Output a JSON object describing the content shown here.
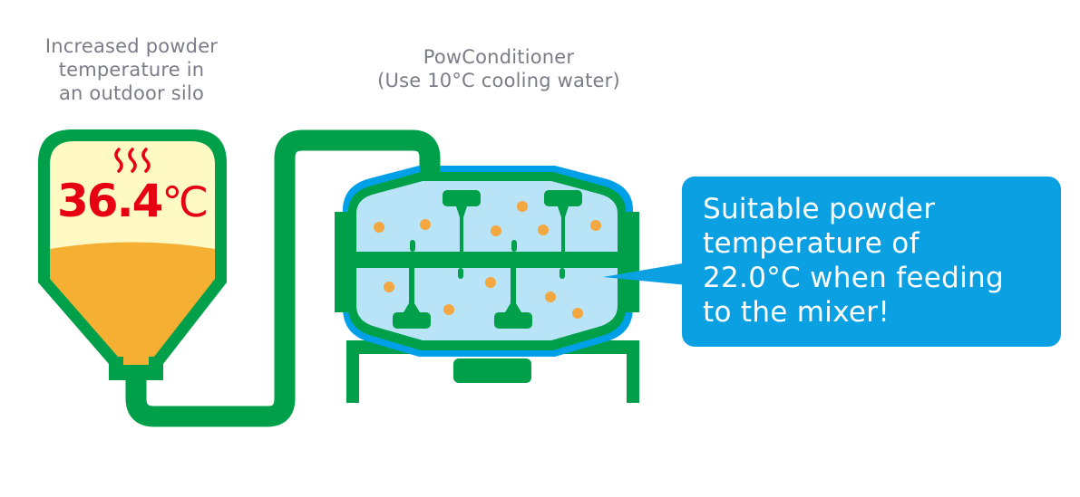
{
  "silo": {
    "label_lines": [
      "Increased powder",
      "temperature in",
      "an outdoor silo"
    ],
    "temperature_value": "36.4",
    "temperature_unit": "℃",
    "icon": "heat-waves-icon"
  },
  "conditioner": {
    "label_lines": [
      "PowConditioner",
      "(Use 10°C cooling water)"
    ]
  },
  "callout": {
    "lines": [
      "Suitable powder",
      "temperature of",
      "22.0°C when feeding",
      "to the mixer!"
    ]
  },
  "colors": {
    "green": "#00a04a",
    "blue_shell": "#00a0e9",
    "light_blue_fill": "#b9e3f7",
    "silo_cream": "#fff9c4",
    "powder_orange": "#f5b033",
    "particle_orange": "#f3a740",
    "temp_red": "#e60012",
    "label_gray": "#7a7d88",
    "callout_blue": "#0aa0e2"
  }
}
